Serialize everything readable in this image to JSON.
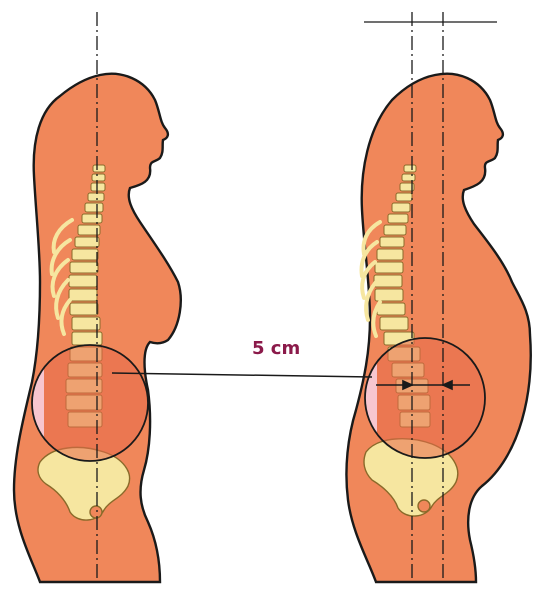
{
  "diagram": {
    "figures": [
      {
        "name": "non-pregnant-figure"
      },
      {
        "name": "pregnant-figure"
      }
    ],
    "measurement": {
      "label": "5 cm"
    },
    "colors": {
      "skin": "#f0875a",
      "outline": "#1a1a1a",
      "bone": "#f6e6a0",
      "bone_outline": "#8a6a2a",
      "highlight_circle": "#e86a4a",
      "highlight_fill": "#f3a488",
      "label": "#8b1a4a"
    }
  }
}
